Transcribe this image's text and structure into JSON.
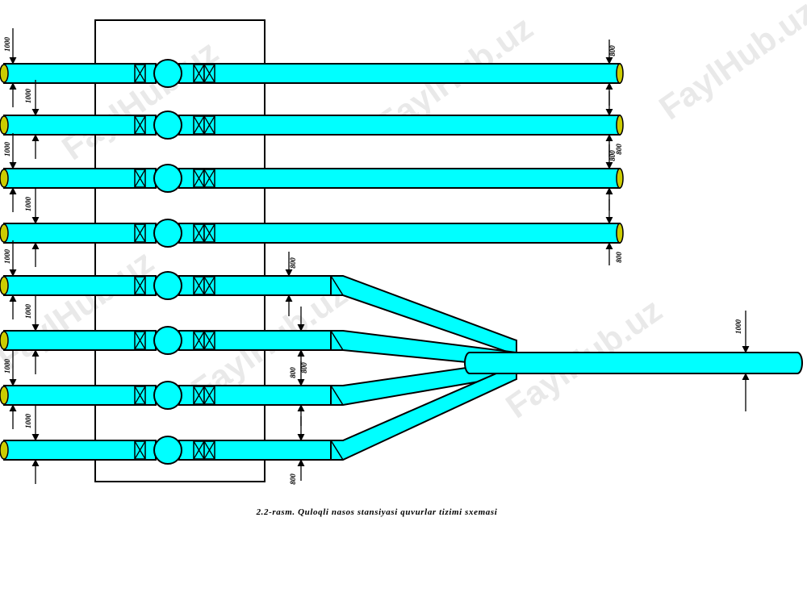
{
  "caption": "2.2-rasm.  Quloqli nasos stansiyasi quvurlar tizimi  sxemasi",
  "watermark": "FaylHub.uz",
  "colors": {
    "pipe": "#00ffff",
    "inlet": "#cccc00",
    "outline": "#000000"
  },
  "labels": {
    "suction_diameter": "1000",
    "pressure_diameter": "800",
    "main_diameter": "1000"
  },
  "pipelines": {
    "long_lines": 4,
    "merged_lines": 4
  }
}
